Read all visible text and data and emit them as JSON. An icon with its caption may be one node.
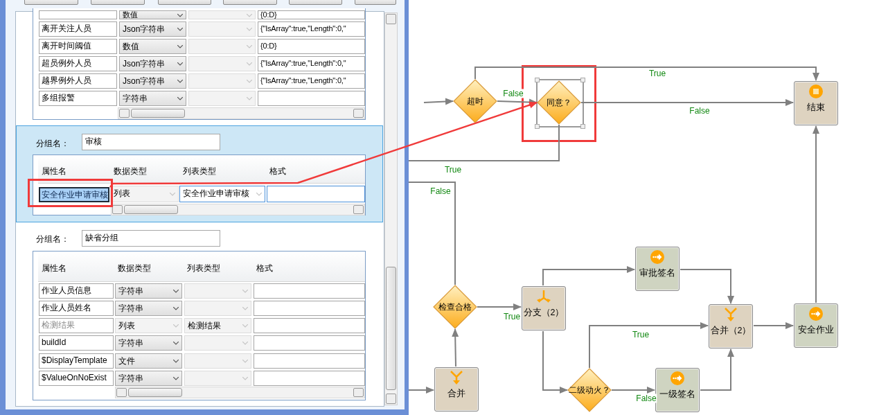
{
  "diagram": {
    "nodes": [
      {
        "text": [
          "超时"
        ]
      },
      {
        "text": [
          "同意？"
        ]
      },
      {
        "text": [
          "结束"
        ]
      },
      {
        "text": [
          "检查合格"
        ]
      },
      {
        "text": [
          "分支（2）"
        ]
      },
      {
        "text": [
          "审批签名"
        ]
      },
      {
        "text": [
          "合并（2）"
        ]
      },
      {
        "text": [
          "安全作业"
        ]
      },
      {
        "text": [
          "二级动火？"
        ]
      },
      {
        "text": [
          "一级签名"
        ]
      },
      {
        "text": [
          "合并"
        ]
      },
      {
        "text": [
          "安全作业申请审核"
        ]
      }
    ],
    "edges": [
      {
        "from": null,
        "to": 0,
        "arrow": "to"
      },
      {
        "from": 0,
        "to": 1,
        "arrow": "to",
        "label": "False"
      },
      {
        "from": 0,
        "to": 2,
        "arrow": "to",
        "label": "True"
      },
      {
        "from": 1,
        "to": 2,
        "arrow": "to",
        "label": "False"
      },
      {
        "from": 1,
        "to": null,
        "arrow": "none",
        "label": "True"
      },
      {
        "from": 3,
        "to": null,
        "arrow": "none",
        "label": "False"
      },
      {
        "from": 10,
        "to": 3,
        "arrow": "to"
      },
      {
        "from": null,
        "to": 10,
        "arrow": "to"
      },
      {
        "from": 3,
        "to": 4,
        "arrow": "to",
        "label": "True"
      },
      {
        "from": 4,
        "to": 5,
        "arrow": "to"
      },
      {
        "from": 4,
        "to": 8,
        "arrow": "to"
      },
      {
        "from": 5,
        "to": 6,
        "arrow": "to"
      },
      {
        "from": 8,
        "to": 6,
        "arrow": "to",
        "label": "True"
      },
      {
        "from": 8,
        "to": 9,
        "arrow": "to",
        "label": "False"
      },
      {
        "from": 9,
        "to": 6,
        "arrow": "to"
      },
      {
        "from": 6,
        "to": 7,
        "arrow": "to"
      },
      {
        "from": 7,
        "to": 2,
        "arrow": "to"
      },
      {
        "from": 11,
        "to": 1,
        "arrow": "to",
        "color": "#f03a3a"
      }
    ],
    "labels": [
      "数值",
      "{0:D}",
      "离开关注人员",
      "Json字符串",
      "{\"IsArray\":true,\"Length\":0,\"",
      "离开时间阈值",
      "数值",
      "{0:D}",
      "超员例外人员",
      "Json字符串",
      "{\"IsArray\":true,\"Length\":0,\"",
      "越界例外人员",
      "Json字符串",
      "{\"IsArray\":true,\"Length\":0,\"",
      "多组报警",
      "字符串",
      "分组名：",
      "审核",
      "属性名",
      "数据类型",
      "列表类型",
      "格式",
      "列表",
      "安全作业申请审核",
      "分组名：",
      "缺省分组",
      "属性名",
      "数据类型",
      "列表类型",
      "格式",
      "作业人员信息",
      "字符串",
      "作业人员姓名",
      "字符串",
      "检测结果",
      "列表",
      "检测结果",
      "buildId",
      "字符串",
      "$DisplayTemplate",
      "文件",
      "$ValueOnNoExist",
      "字符串"
    ]
  }
}
